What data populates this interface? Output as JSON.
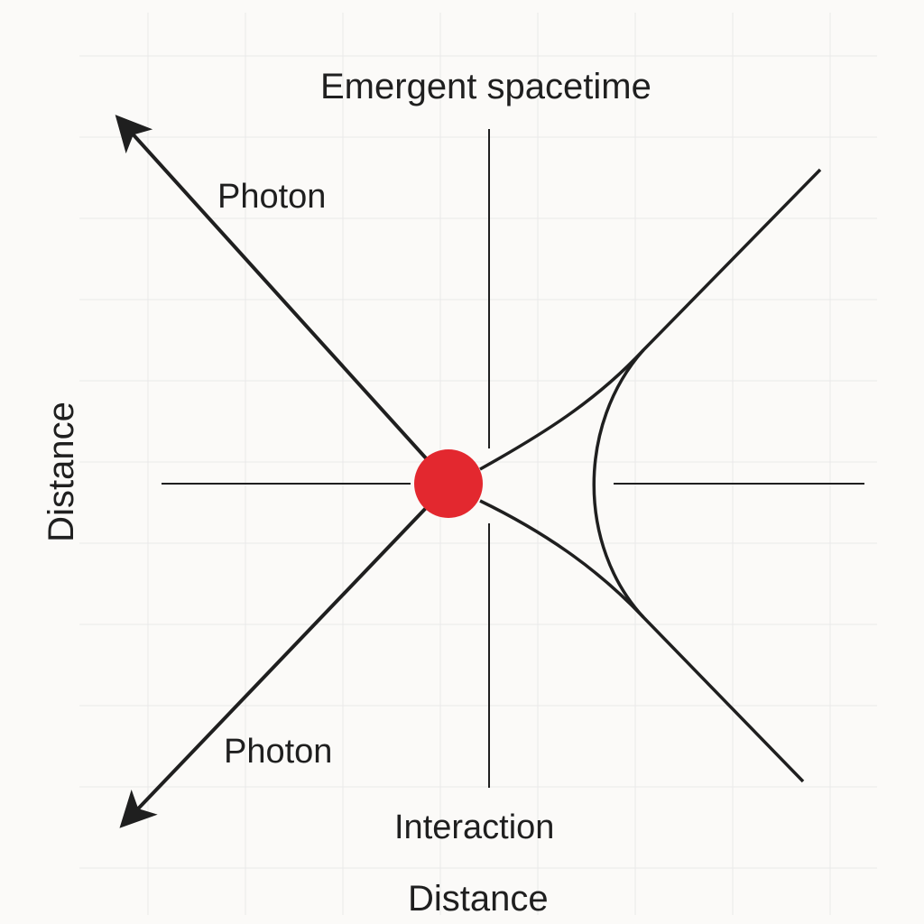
{
  "diagram": {
    "title": "Emergent spacetime",
    "photon_upper_label": "Photon",
    "photon_lower_label": "Photon",
    "interaction_label": "Interaction",
    "x_axis_label": "Distance",
    "y_axis_label": "Distance"
  },
  "colors": {
    "background": "#fbfaf8",
    "grid": "#e9e9e9",
    "ink": "#1f1f1f",
    "interaction_point": "#e3282f"
  }
}
